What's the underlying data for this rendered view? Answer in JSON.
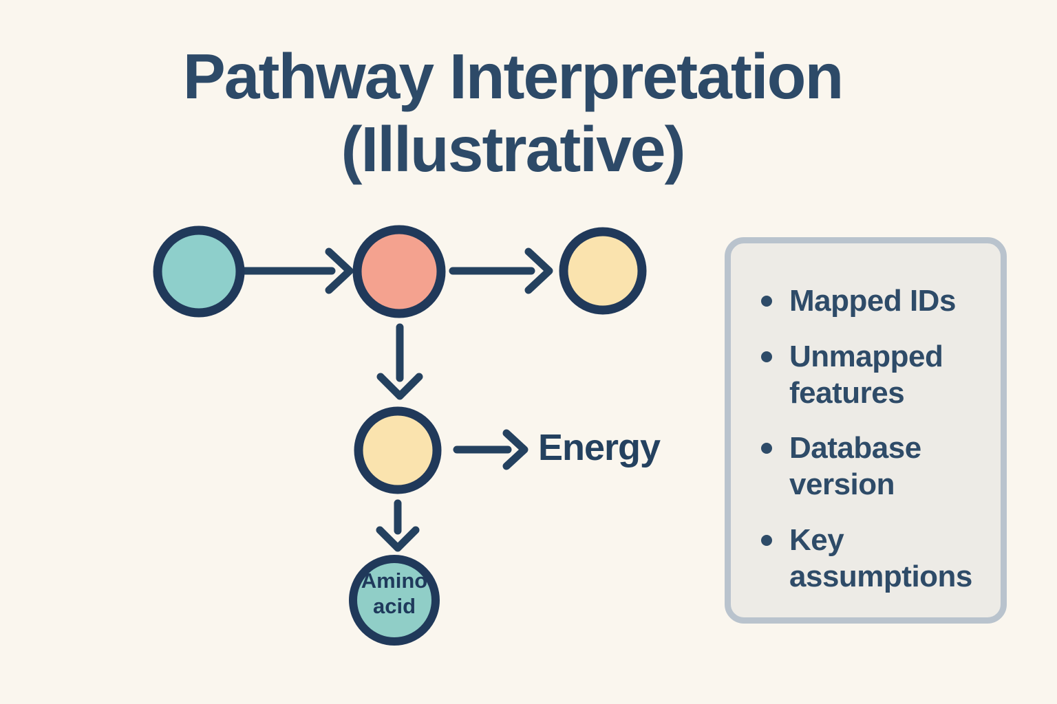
{
  "title": {
    "line1": "Pathway Interpretation",
    "line2": "(Illustrative)"
  },
  "colors": {
    "background": "#faf6ee",
    "ink": "#24415f",
    "node_border": "#20395a",
    "panel_fill": "#edebe6",
    "panel_border": "#b9c3cd",
    "title_text": "#2d4a68"
  },
  "diagram": {
    "nodes": [
      {
        "name": "node-teal",
        "color": "#8ecfcb",
        "label": ""
      },
      {
        "name": "node-coral",
        "color": "#f4a28f",
        "label": ""
      },
      {
        "name": "node-yellow-right",
        "color": "#fae3ae",
        "label": ""
      },
      {
        "name": "node-yellow-mid",
        "color": "#fae3ae",
        "label": ""
      },
      {
        "name": "node-amino-acid",
        "color": "#90cec7",
        "label": "Amino acid"
      }
    ],
    "energy_label": "Energy"
  },
  "panel": {
    "items": [
      {
        "label": "Mapped IDs"
      },
      {
        "label": "Unmapped features"
      },
      {
        "label": "Database version"
      },
      {
        "label": "Key assumptions"
      }
    ]
  }
}
